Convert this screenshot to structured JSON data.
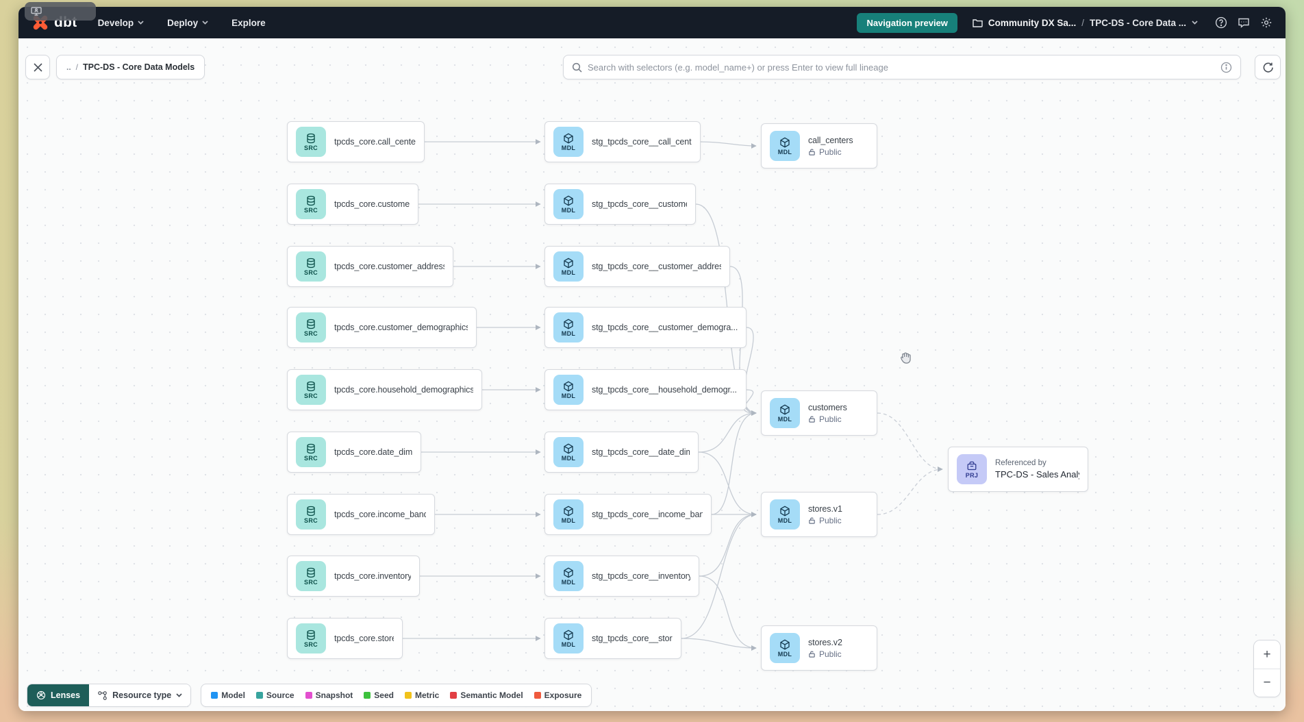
{
  "navbar": {
    "brand": "dbt",
    "menu": [
      {
        "label": "Develop"
      },
      {
        "label": "Deploy"
      },
      {
        "label": "Explore"
      }
    ],
    "preview_button": "Navigation preview",
    "breadcrumb": {
      "project": "Community DX Sa...",
      "separator": "/",
      "page": "TPC-DS - Core Data ..."
    }
  },
  "toolbar": {
    "back_chip": {
      "dots": "..",
      "separator": "/",
      "label": "TPC-DS - Core Data Models"
    },
    "search_placeholder": "Search with selectors (e.g. model_name+) or press Enter to view full lineage"
  },
  "graph": {
    "src_nodes": [
      {
        "badge": "SRC",
        "label": "tpcds_core.call_center"
      },
      {
        "badge": "SRC",
        "label": "tpcds_core.customer"
      },
      {
        "badge": "SRC",
        "label": "tpcds_core.customer_address"
      },
      {
        "badge": "SRC",
        "label": "tpcds_core.customer_demographics"
      },
      {
        "badge": "SRC",
        "label": "tpcds_core.household_demographics"
      },
      {
        "badge": "SRC",
        "label": "tpcds_core.date_dim"
      },
      {
        "badge": "SRC",
        "label": "tpcds_core.income_band"
      },
      {
        "badge": "SRC",
        "label": "tpcds_core.inventory"
      },
      {
        "badge": "SRC",
        "label": "tpcds_core.store"
      }
    ],
    "stg_nodes": [
      {
        "badge": "MDL",
        "label": "stg_tpcds_core__call_center"
      },
      {
        "badge": "MDL",
        "label": "stg_tpcds_core__customer"
      },
      {
        "badge": "MDL",
        "label": "stg_tpcds_core__customer_address"
      },
      {
        "badge": "MDL",
        "label": "stg_tpcds_core__customer_demogra..."
      },
      {
        "badge": "MDL",
        "label": "stg_tpcds_core__household_demogr..."
      },
      {
        "badge": "MDL",
        "label": "stg_tpcds_core__date_dim"
      },
      {
        "badge": "MDL",
        "label": "stg_tpcds_core__income_band"
      },
      {
        "badge": "MDL",
        "label": "stg_tpcds_core__inventory"
      },
      {
        "badge": "MDL",
        "label": "stg_tpcds_core__store"
      }
    ],
    "public_nodes": [
      {
        "badge": "MDL",
        "label": "call_centers",
        "visibility": "Public"
      },
      {
        "badge": "MDL",
        "label": "customers",
        "visibility": "Public"
      },
      {
        "badge": "MDL",
        "label": "stores.v1",
        "visibility": "Public"
      },
      {
        "badge": "MDL",
        "label": "stores.v2",
        "visibility": "Public"
      }
    ],
    "project_node": {
      "badge": "PRJ",
      "caption": "Referenced by",
      "label": "TPC-DS - Sales Analytics"
    }
  },
  "legend": {
    "lenses_label": "Lenses",
    "resource_type_label": "Resource type",
    "items": [
      {
        "label": "Model",
        "color": "#2094f3"
      },
      {
        "label": "Source",
        "color": "#38a49e"
      },
      {
        "label": "Snapshot",
        "color": "#e34fcf"
      },
      {
        "label": "Seed",
        "color": "#3dc23d"
      },
      {
        "label": "Metric",
        "color": "#f1c21b"
      },
      {
        "label": "Semantic Model",
        "color": "#e23f44"
      },
      {
        "label": "Exposure",
        "color": "#ef5a3e"
      }
    ]
  },
  "zoom_controls": {
    "zoom_in": "+",
    "zoom_out": "−"
  },
  "colors": {
    "navbar_bg": "#151c27",
    "brand_orange": "#ff5c35",
    "preview_btn": "#17807a",
    "src_badge": "#a9e6df",
    "mdl_badge": "#a5dcf7",
    "prj_badge": "#c5caf7"
  }
}
